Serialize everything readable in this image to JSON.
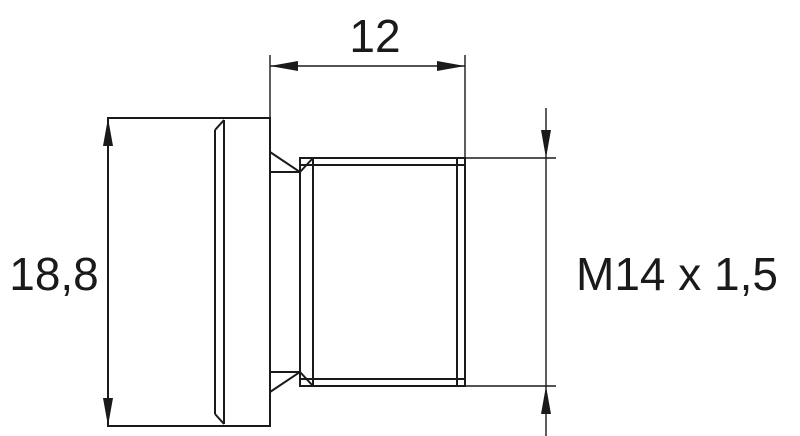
{
  "drawing": {
    "dimensions": {
      "length": "12",
      "head_diameter": "18,8",
      "thread": "M14 x 1,5"
    },
    "colors": {
      "line": "#1a1a1a",
      "background": "#ffffff"
    }
  }
}
